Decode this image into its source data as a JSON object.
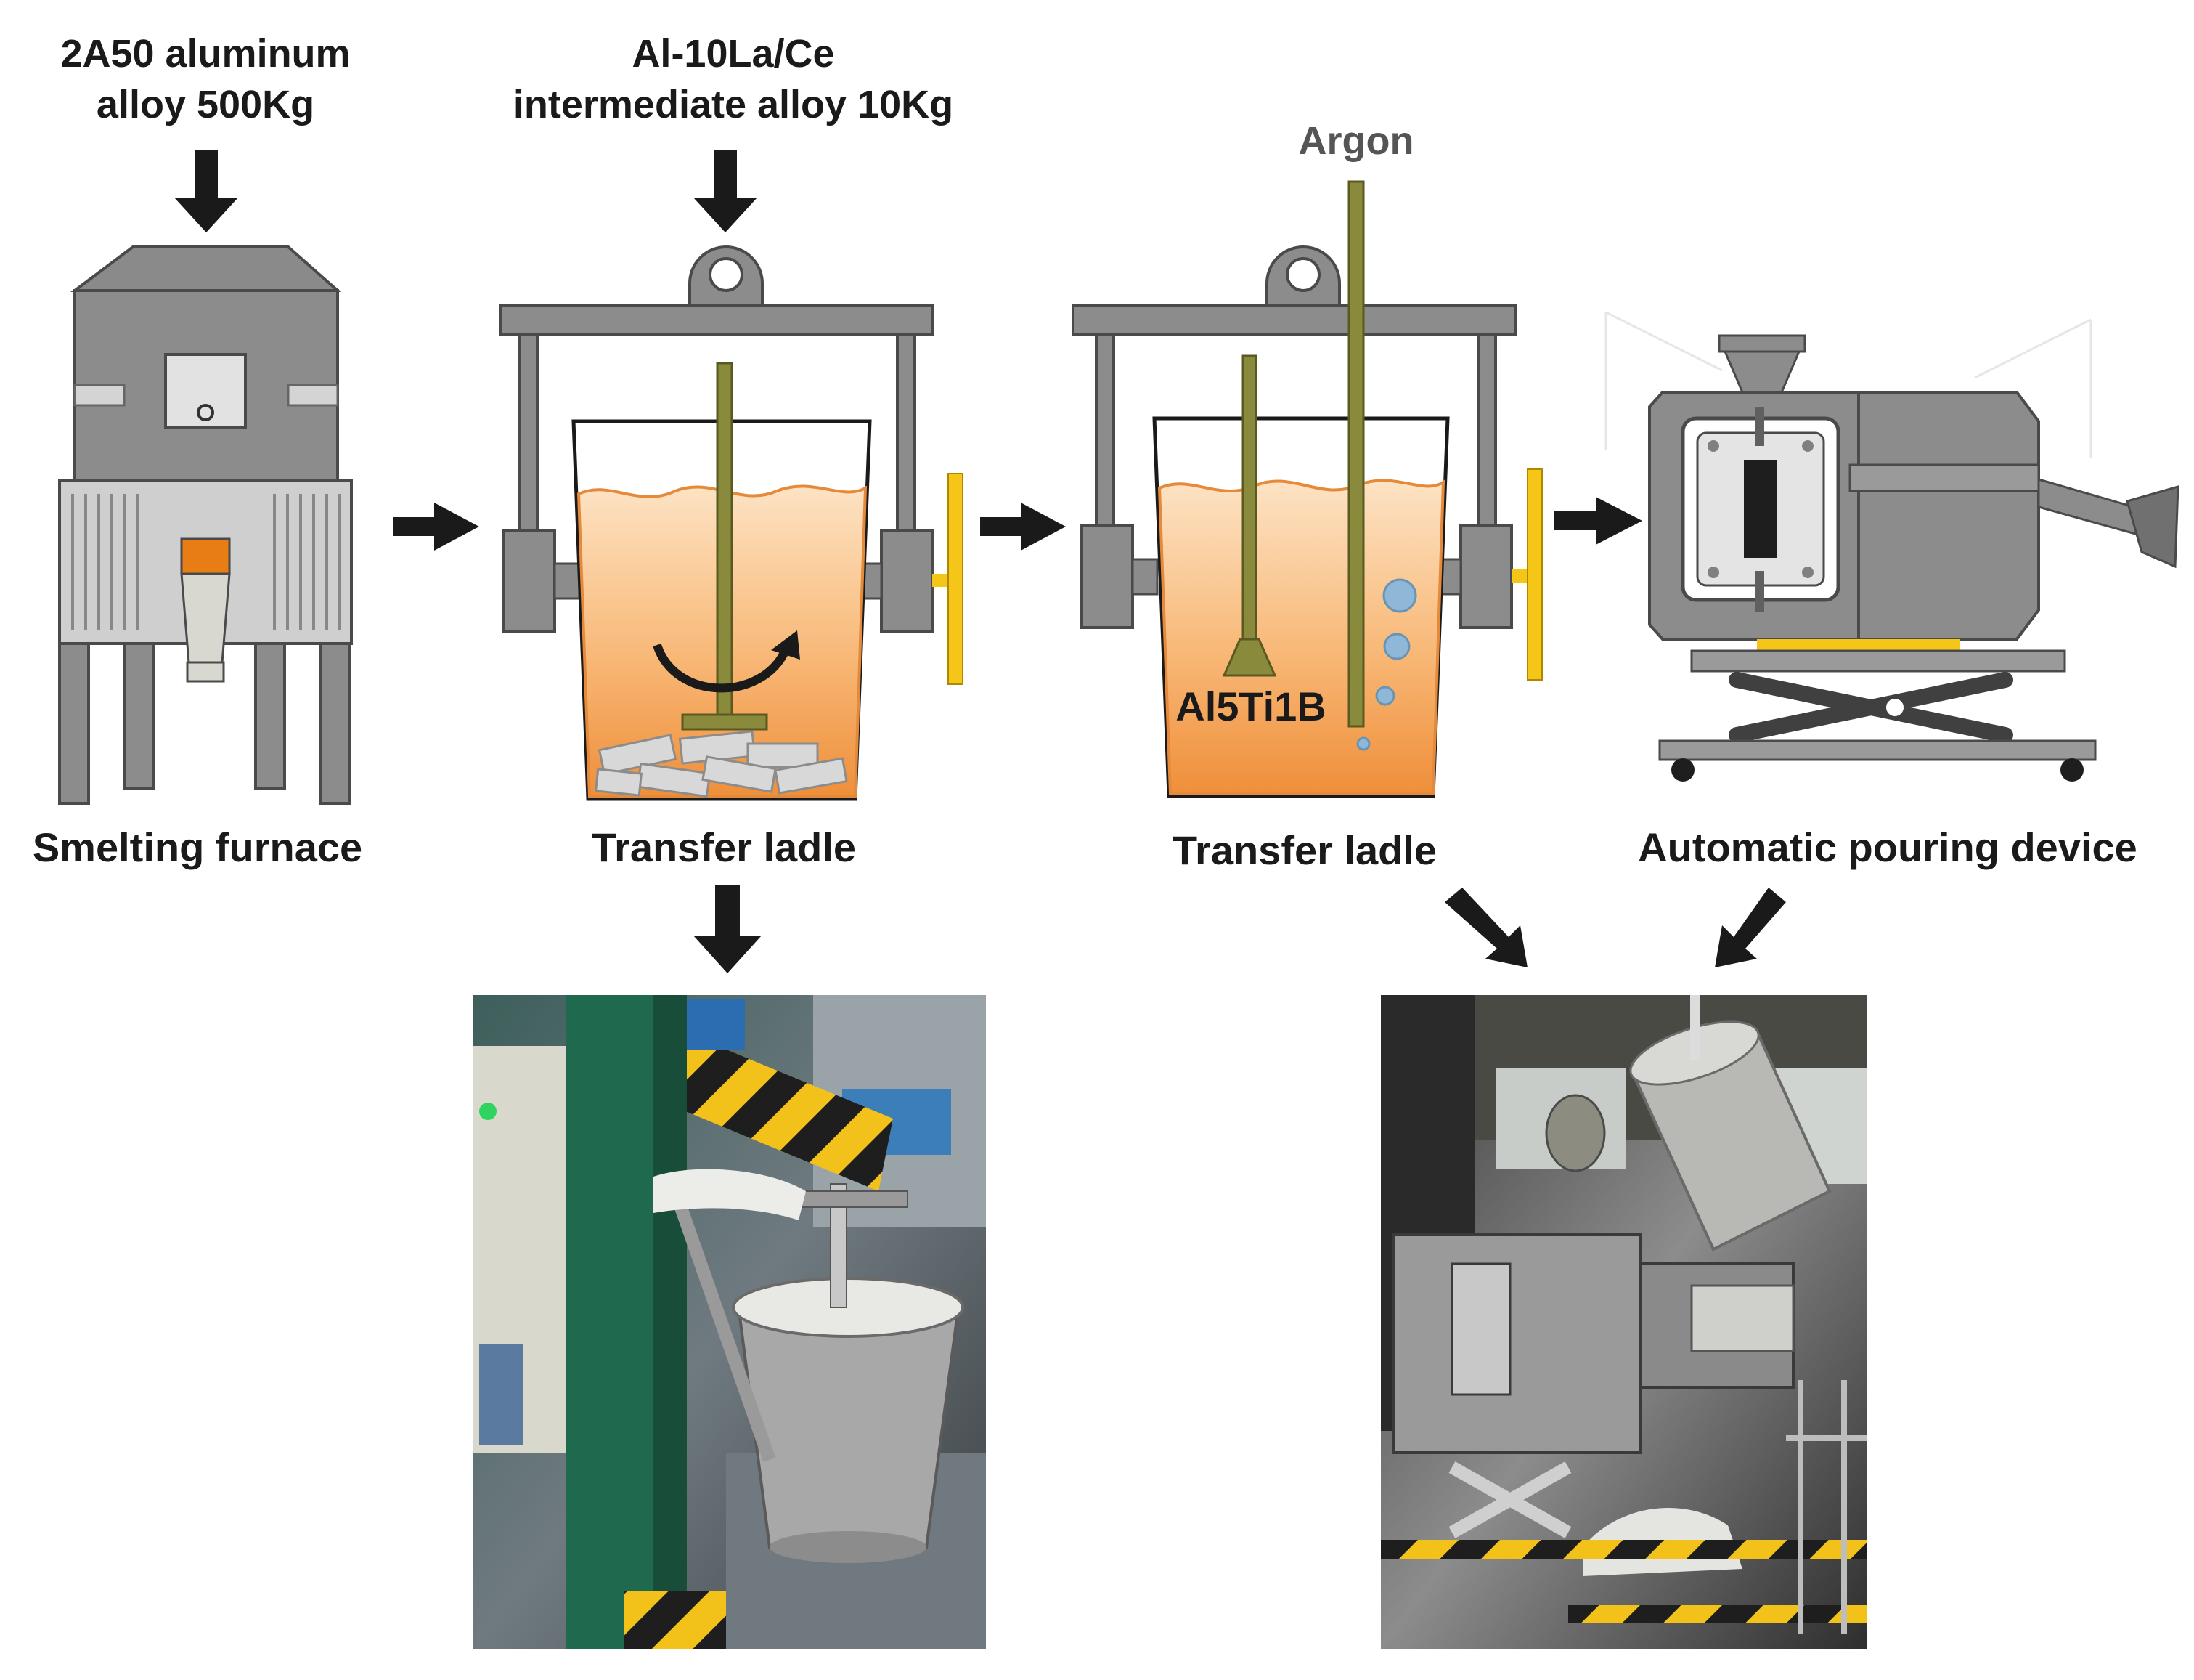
{
  "inputs": {
    "base_alloy_line1": "2A50 aluminum",
    "base_alloy_line2": "alloy 500Kg",
    "master_alloy_line1": "Al-10La/Ce",
    "master_alloy_line2": "intermediate alloy 10Kg",
    "gas": "Argon",
    "refiner": "Al5Ti1B"
  },
  "stages": {
    "furnace": "Smelting furnace",
    "ladle1": "Transfer ladle",
    "ladle2": "Transfer ladle",
    "pouring": "Automatic pouring device"
  },
  "colors": {
    "melt": "#f5a25a",
    "melt_light": "#fde3c4",
    "metal": "#8c8c8c",
    "metal_dark": "#606060",
    "rod": "#8a8a3c",
    "handle": "#f5c518",
    "arrow": "#1a1a1a",
    "bubble": "#8fb8d8"
  },
  "icons": {
    "flow_arrow": "black-arrow",
    "stir": "curved-stir-arrow",
    "photo_left": "ladle-degassing-photo",
    "photo_right": "pouring-machine-photo"
  }
}
